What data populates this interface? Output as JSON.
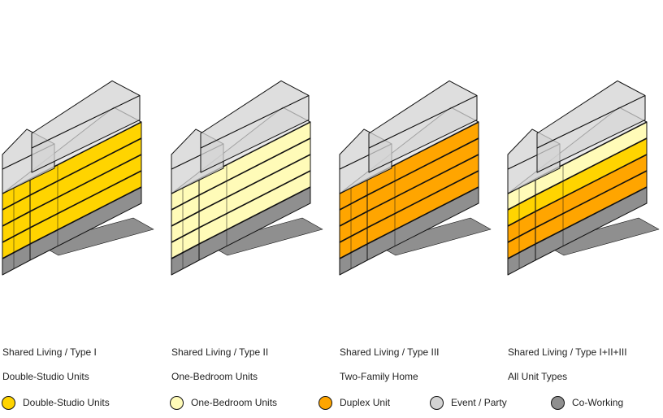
{
  "colors": {
    "type_i": "#FFD400",
    "type_ii": "#FFFBB8",
    "type_iii": "#FFA500",
    "event": "#D3D3D3",
    "coworking": "#8F8F8F",
    "outline": "#111111"
  },
  "panels": [
    {
      "title": "Shared Living / Type I",
      "subtitle": "Double-Studio Units",
      "levels": [
        "type_i",
        "type_i",
        "type_i",
        "type_i"
      ]
    },
    {
      "title": "Shared Living / Type II",
      "subtitle": "One-Bedroom Units",
      "levels": [
        "type_ii",
        "type_ii",
        "type_ii",
        "type_ii"
      ]
    },
    {
      "title": "Shared Living / Type III",
      "subtitle": "Two-Family Home",
      "levels": [
        "type_iii",
        "type_iii",
        "type_iii",
        "type_iii"
      ]
    },
    {
      "title": "Shared Living / Type I+II+III",
      "subtitle": "All Unit Types",
      "levels": [
        "type_iii",
        "type_iii",
        "type_i",
        "type_ii"
      ]
    }
  ],
  "legend": [
    {
      "label": "Double-Studio Units",
      "color": "type_i"
    },
    {
      "label": "One-Bedroom Units",
      "color": "type_ii"
    },
    {
      "label": "Duplex Unit",
      "color": "type_iii"
    },
    {
      "label": "Event / Party",
      "color": "event"
    },
    {
      "label": "Co-Working",
      "color": "coworking"
    }
  ]
}
